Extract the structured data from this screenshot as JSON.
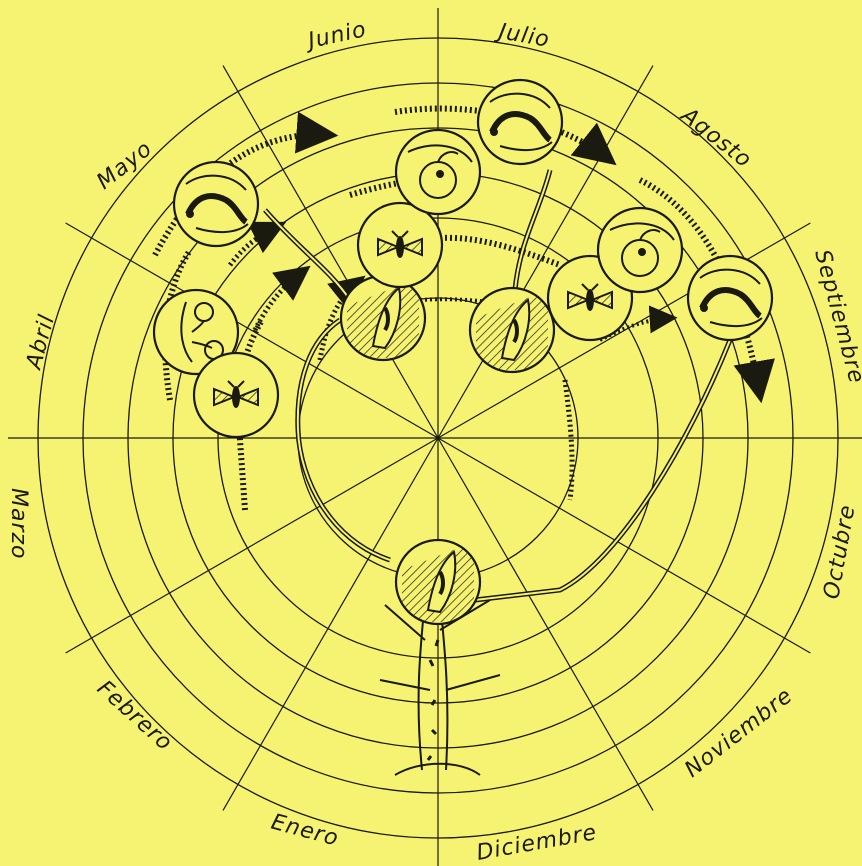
{
  "colors": {
    "background": "#f6f373",
    "ink": "#1a1a10",
    "circle_fill": "#f6f373"
  },
  "months": [
    {
      "label": "Enero"
    },
    {
      "label": "Febrero"
    },
    {
      "label": "Marzo"
    },
    {
      "label": "Abril"
    },
    {
      "label": "Mayo"
    },
    {
      "label": "Junio"
    },
    {
      "label": "Julio"
    },
    {
      "label": "Agosto"
    },
    {
      "label": "Septiembre"
    },
    {
      "label": "Octubre"
    },
    {
      "label": "Noviembre"
    },
    {
      "label": "Diciembre"
    }
  ],
  "stages": [
    {
      "name": "overwintering-larva",
      "icon": "larva-in-cocoon-icon"
    },
    {
      "name": "spring-pupa",
      "icon": "flower-icon"
    },
    {
      "name": "spring-moth",
      "icon": "moth-icon"
    },
    {
      "name": "may-larva-in-fruit",
      "icon": "larva-icon"
    },
    {
      "name": "june-pupa",
      "icon": "larva-in-cocoon-icon"
    },
    {
      "name": "june-moth",
      "icon": "moth-icon"
    },
    {
      "name": "june-fruit-egg",
      "icon": "fruit-icon"
    },
    {
      "name": "july-larva",
      "icon": "larva-icon"
    },
    {
      "name": "july-pupa",
      "icon": "larva-in-cocoon-icon"
    },
    {
      "name": "august-moth",
      "icon": "moth-icon"
    },
    {
      "name": "august-fruit-egg",
      "icon": "fruit-icon"
    },
    {
      "name": "september-larva",
      "icon": "larva-icon"
    }
  ]
}
